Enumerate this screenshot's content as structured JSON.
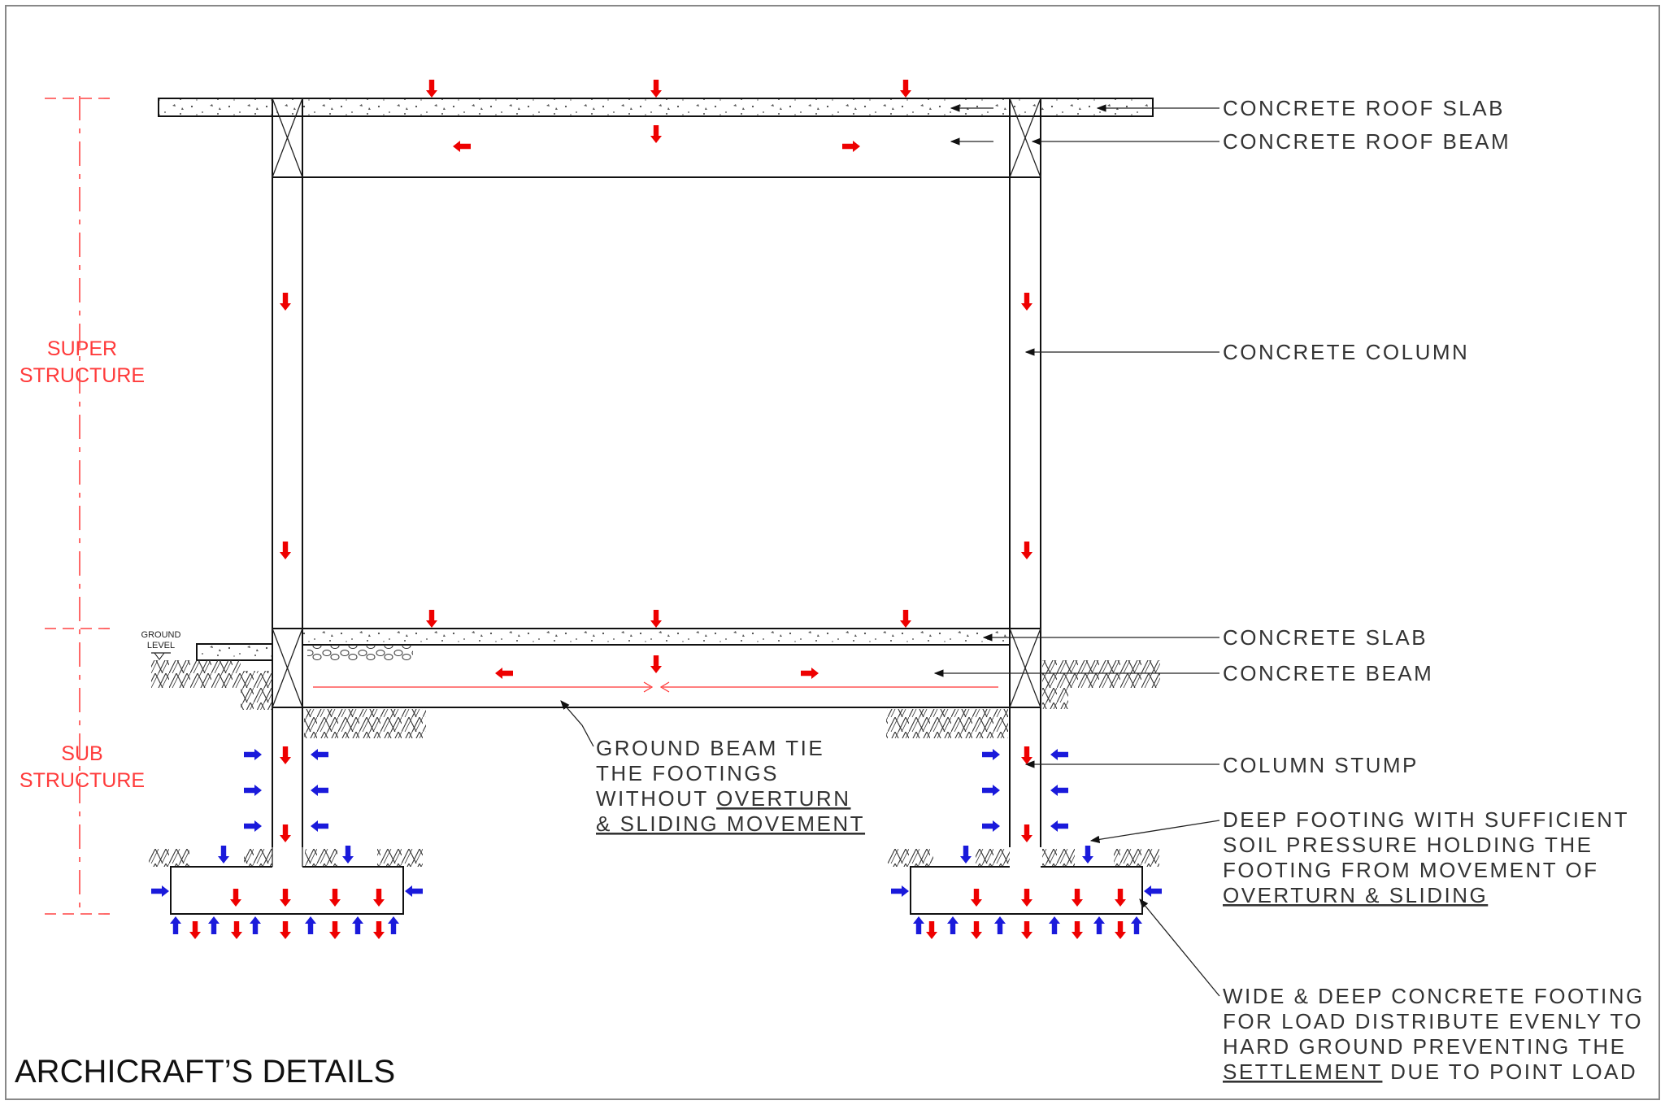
{
  "title": "ARCHICRAFT’S DETAILS",
  "zones": {
    "super": [
      "SUPER",
      "STRUCTURE"
    ],
    "sub": [
      "SUB",
      "STRUCTURE"
    ]
  },
  "ground_level": [
    "GROUND",
    "LEVEL"
  ],
  "labels": {
    "roof_slab": "CONCRETE ROOF SLAB",
    "roof_beam": "CONCRETE ROOF BEAM",
    "column": "CONCRETE COLUMN",
    "slab": "CONCRETE SLAB",
    "beam": "CONCRETE BEAM",
    "stump": "COLUMN STUMP",
    "deep_footing": [
      "DEEP FOOTING WITH SUFFICIENT",
      "SOIL PRESSURE HOLDING THE",
      "FOOTING FROM MOVEMENT OF",
      "OVERTURN & SLIDING"
    ],
    "wide_footing": [
      "WIDE & DEEP CONCRETE FOOTING",
      "FOR LOAD DISTRIBUTE EVENLY TO",
      "HARD GROUND PREVENTING THE"
    ],
    "wide_footing_last": {
      "underlined": "SETTLEMENT",
      "rest": " DUE TO POINT LOAD"
    },
    "ground_beam": {
      "line1": "GROUND BEAM TIE",
      "line2": "THE FOOTINGS",
      "line3_prefix": "WITHOUT ",
      "line3_underlined": "OVERTURN",
      "line4": "& SLIDING MOVEMENT"
    }
  },
  "colors": {
    "load_arrow": "#ee0000",
    "soil_arrow": "#1a1adb",
    "zone_text": "#ff3b3b",
    "line": "#111111"
  }
}
